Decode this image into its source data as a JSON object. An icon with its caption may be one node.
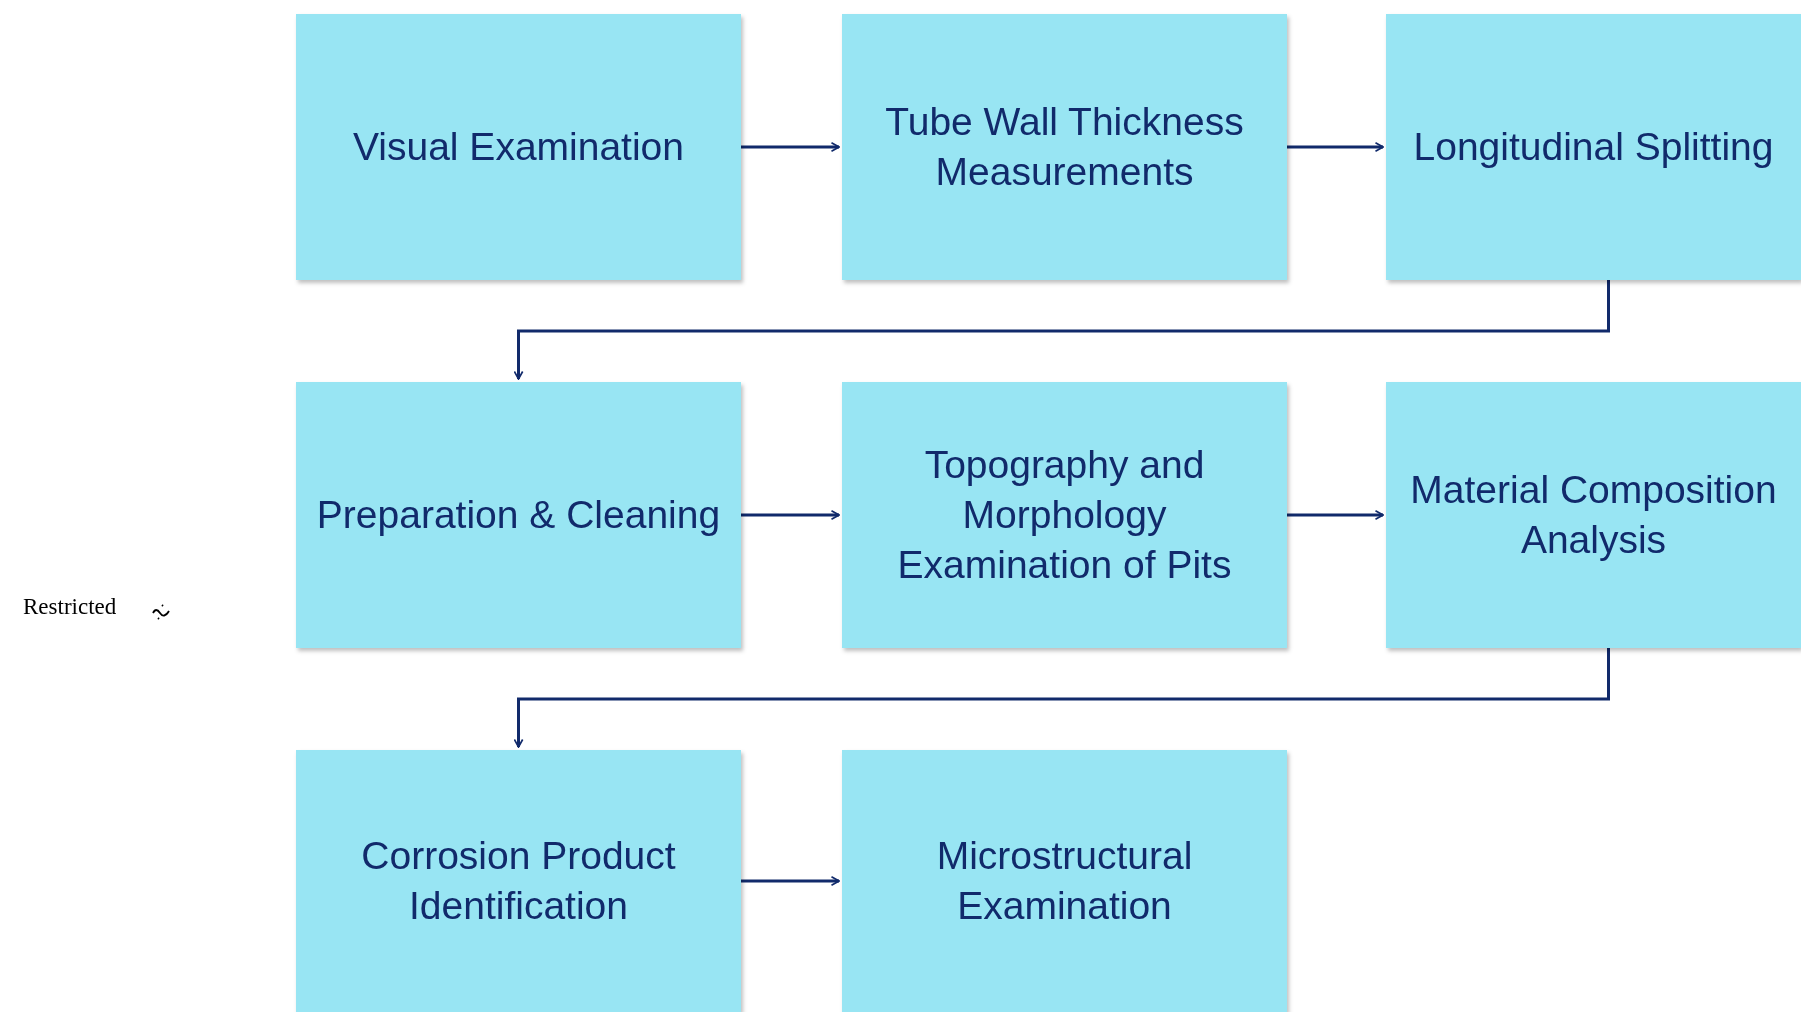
{
  "diagram": {
    "nodes": [
      {
        "text": [
          "Visual Examination"
        ]
      },
      {
        "text": [
          "Tube Wall Thickness Measurements"
        ]
      },
      {
        "text": [
          "Longitudinal Splitting"
        ]
      },
      {
        "text": [
          "Preparation & Cleaning"
        ]
      },
      {
        "text": [
          "Topography and Morphology Examination of Pits"
        ]
      },
      {
        "text": [
          "Material Composition Analysis"
        ]
      },
      {
        "text": [
          "Corrosion Product Identification"
        ]
      },
      {
        "text": [
          "Microstructural Examination"
        ]
      }
    ],
    "edges": [
      {
        "from": 0,
        "to": 1,
        "arrow": "to"
      },
      {
        "from": 1,
        "to": 2,
        "arrow": "to"
      },
      {
        "from": 2,
        "to": 3,
        "arrow": "to"
      },
      {
        "from": 3,
        "to": 4,
        "arrow": "to"
      },
      {
        "from": 4,
        "to": 5,
        "arrow": "to"
      },
      {
        "from": 5,
        "to": 6,
        "arrow": "to"
      },
      {
        "from": 6,
        "to": 7,
        "arrow": "to"
      }
    ],
    "labels": [
      "Restricted"
    ]
  }
}
